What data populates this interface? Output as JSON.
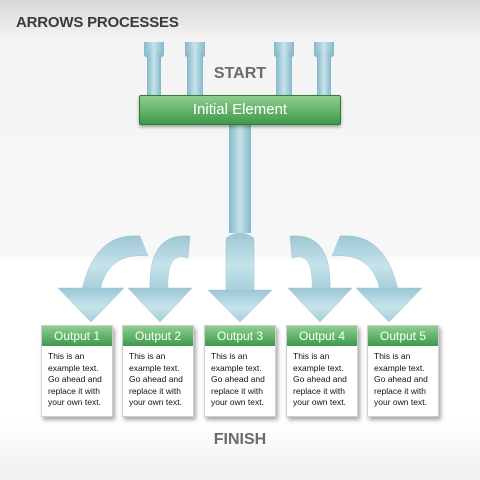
{
  "title": "ARROWS PROCESSES",
  "start_label": "START",
  "initial_element": "Initial Element",
  "finish_label": "FINISH",
  "outputs": [
    {
      "label": "Output 1",
      "text": "This is an example text. Go ahead and replace it with your own text."
    },
    {
      "label": "Output 2",
      "text": "This is an example text. Go ahead and replace it with your own text."
    },
    {
      "label": "Output 3",
      "text": "This is an example text. Go ahead and replace it with your own text."
    },
    {
      "label": "Output 4",
      "text": "This is an example text. Go ahead and replace it with your own text."
    },
    {
      "label": "Output 5",
      "text": "This is an example text. Go ahead and replace it with your own text."
    }
  ],
  "colors": {
    "arrow_light": "#c4e2ea",
    "arrow_dark": "#86b8c8",
    "green_light": "#8fce8f",
    "green_dark": "#3d9a4a"
  }
}
